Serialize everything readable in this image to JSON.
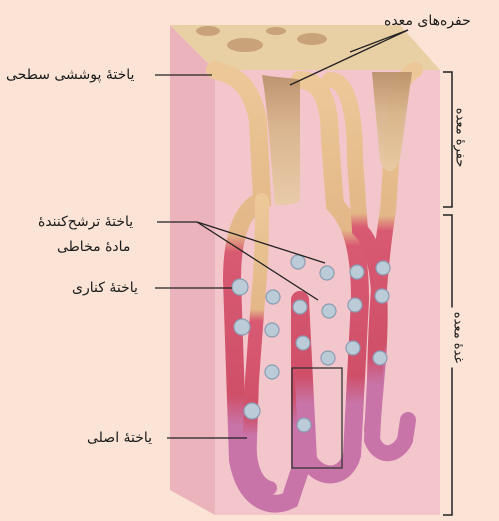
{
  "labels": {
    "pits": "حفره‌های معده",
    "surface_cell": "یاختهٔ پوششی سطحی",
    "mucus_cell_line1": "یاختهٔ ترشح‌کنندهٔ",
    "mucus_cell_line2": "مادهٔ مخاطی",
    "parietal_cell": "یاختهٔ کناری",
    "chief_cell": "یاختهٔ اصلی",
    "gastric_pit": "حفرهٔ معده",
    "gastric_gland": "غدهٔ معده"
  },
  "colors": {
    "background": "#fbe4d6",
    "block_front": "#f2c6cb",
    "block_side": "#ebb3bc",
    "top_surface": "#e8cfa4",
    "epithelium": "#e2b887",
    "lumen": "#c9a27a",
    "mucus_cell": "#d9536b",
    "chief_cell": "#c873a6",
    "parietal_cell": "#b9c9d6",
    "line": "#222222"
  }
}
